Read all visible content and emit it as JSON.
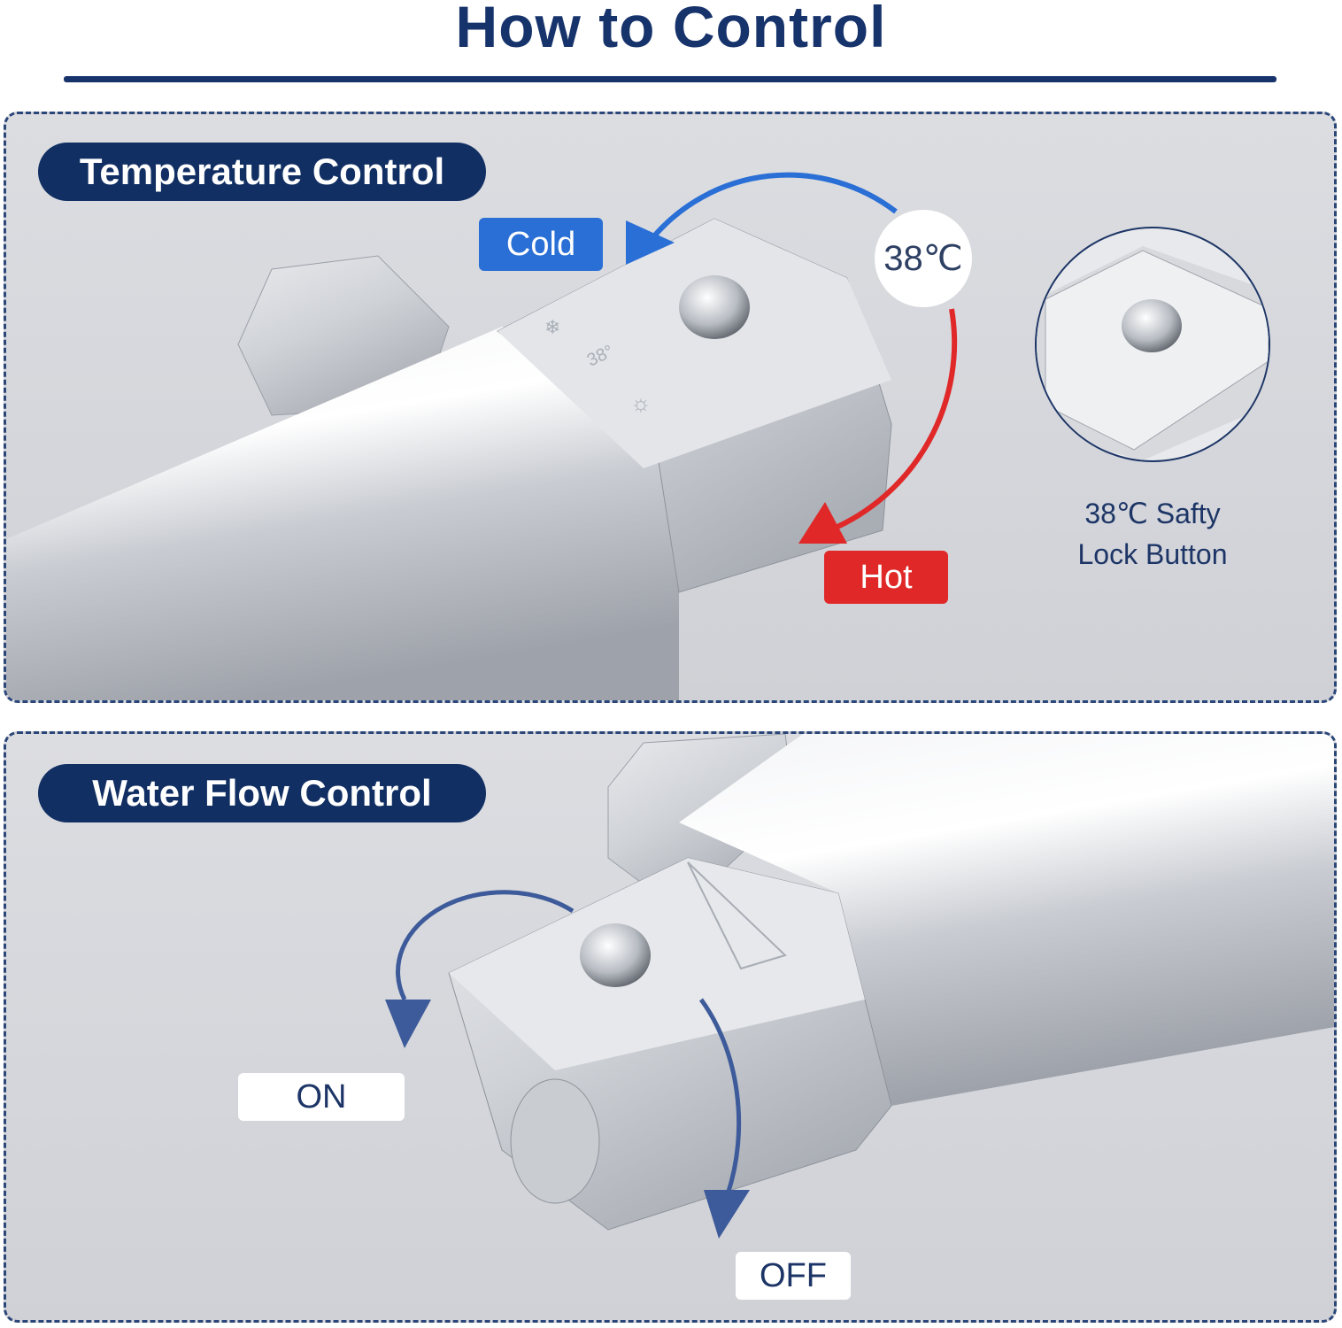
{
  "title": "How to Control",
  "temperature_panel": {
    "badge": "Temperature Control",
    "cold_label": "Cold",
    "hot_label": "Hot",
    "temp_value": "38℃",
    "dial_mark": "38°",
    "inset_caption_line1": "38℃ Safty",
    "inset_caption_line2": "Lock Button",
    "colors": {
      "cold": "#2a6fd6",
      "hot": "#e02828",
      "navy": "#112f63"
    }
  },
  "flow_panel": {
    "badge": "Water Flow Control",
    "on_label": "ON",
    "off_label": "OFF"
  }
}
